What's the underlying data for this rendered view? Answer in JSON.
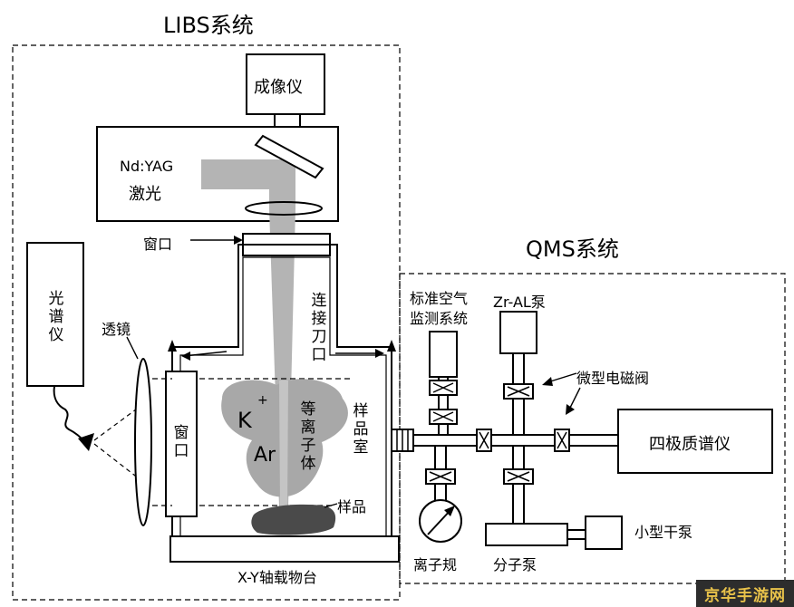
{
  "titles": {
    "libs": "LIBS系统",
    "qms": "QMS系统"
  },
  "labels": {
    "camera": "成像仪",
    "laser_line1": "Nd:YAG",
    "laser_line2": "激光",
    "window_top": "窗口",
    "spectrometer": "光谱仪",
    "lens": "透镜",
    "window_side": "窗口",
    "flange": "连接刀口",
    "plasma_k": "K",
    "plasma_plus": "+",
    "plasma_ar": "Ar",
    "plasma": "等离子体",
    "chamber": "样品室",
    "sample": "样品",
    "stage": "X-Y轴载物台",
    "std_air_line1": "标准空气",
    "std_air_line2": "监测系统",
    "zr_pump": "Zr-AL泵",
    "valve": "微型电磁阀",
    "qms": "四极质谱仪",
    "ion_gauge": "离子规",
    "molecular_pump": "分子泵",
    "dry_pump": "小型干泵"
  },
  "watermark": "京华手游网",
  "colors": {
    "line": "#000000",
    "beam": "#b4b4b4",
    "plasma": "#a8a8a8",
    "sample": "#4a4a4a",
    "fill": "#ffffff"
  }
}
